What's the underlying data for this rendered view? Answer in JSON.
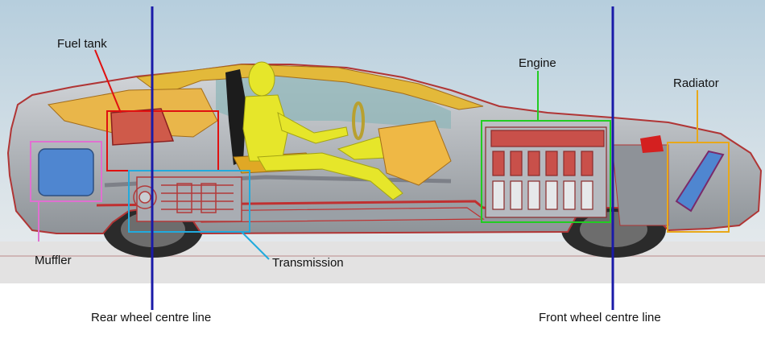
{
  "labels": {
    "fuel_tank": "Fuel tank",
    "engine": "Engine",
    "radiator": "Radiator",
    "muffler": "Muffler",
    "transmission": "Transmission",
    "rear_wheel_centre_line": "Rear wheel centre line",
    "front_wheel_centre_line": "Front wheel centre line"
  },
  "colors": {
    "fuel_tank": "#e01010",
    "engine": "#22cc22",
    "radiator": "#e8a81a",
    "muffler": "#e070d0",
    "transmission": "#22aadd",
    "centre_lines": "#1a1aa8",
    "body_shell": "#b8bcc0",
    "frame_red": "#c03030",
    "driver": "#e6e62a",
    "seat_yellow": "#f0b030"
  }
}
